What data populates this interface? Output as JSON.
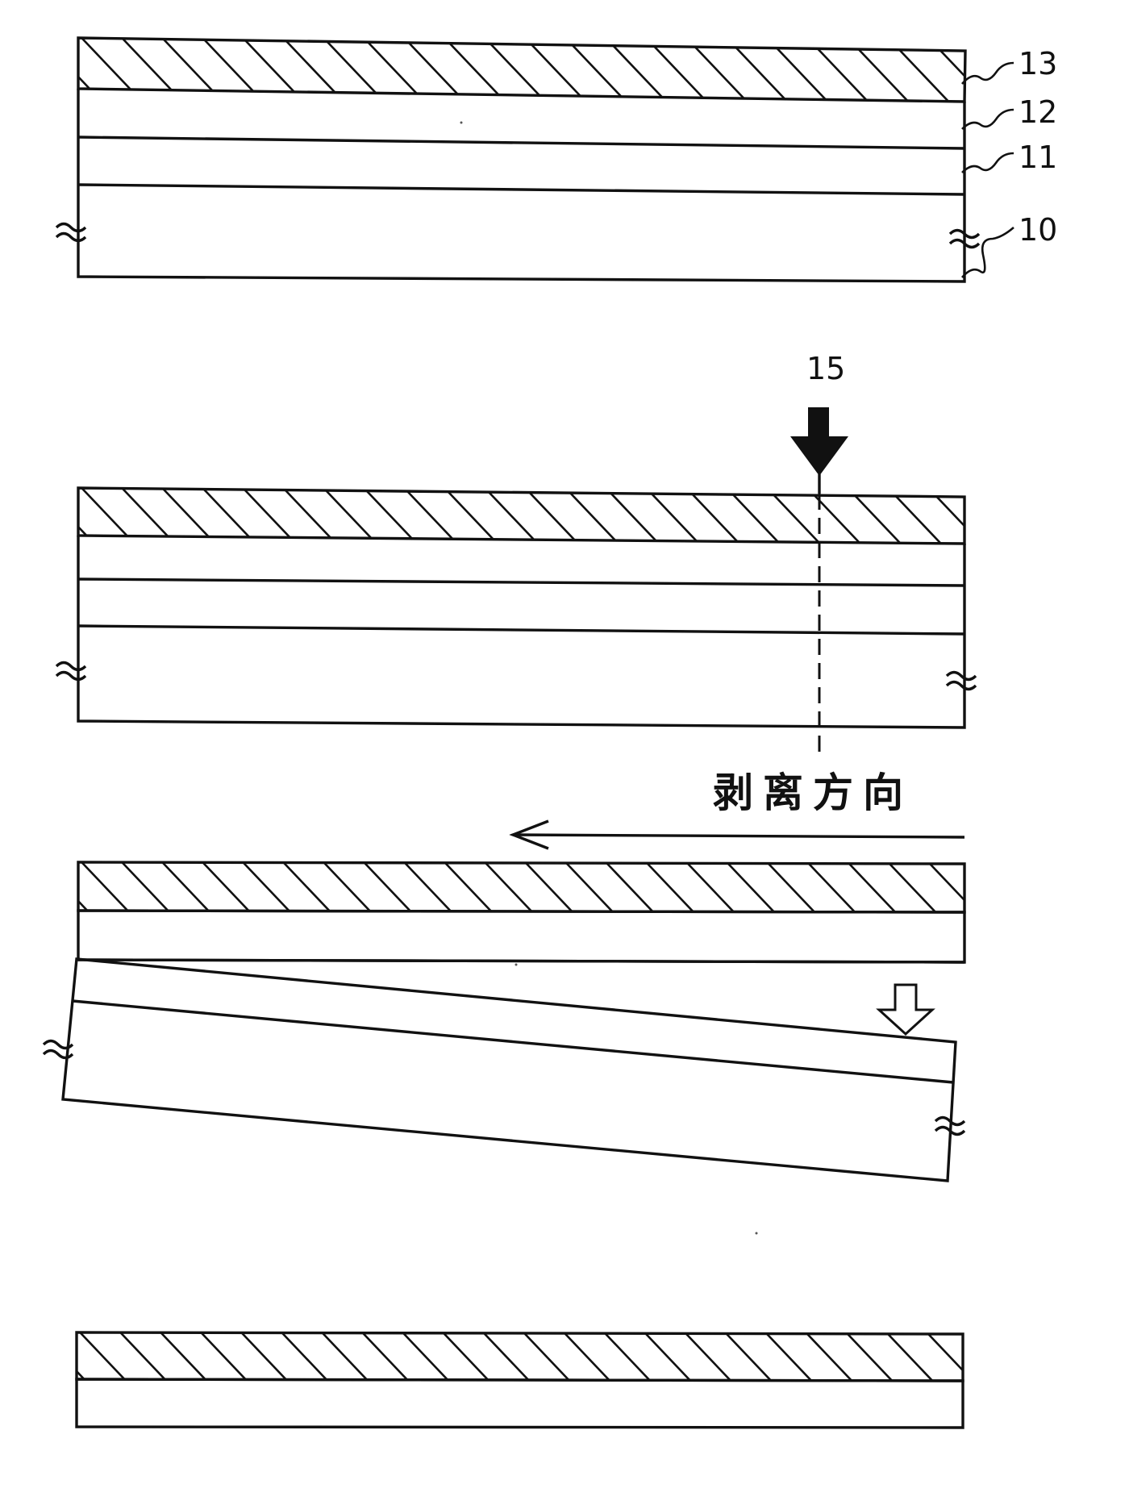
{
  "labels": {
    "layer_13": "13",
    "layer_12": "12",
    "layer_11": "11",
    "layer_10": "10",
    "pressure_15": "15",
    "peel_direction": "剥离方向"
  },
  "colors": {
    "line": "#111111",
    "background": "#ffffff"
  },
  "icons": {
    "pressure": "solid-down-arrow-icon",
    "peel": "left-arrow-icon",
    "separation": "outline-down-arrow-icon",
    "break": "wavy-break-icon"
  }
}
